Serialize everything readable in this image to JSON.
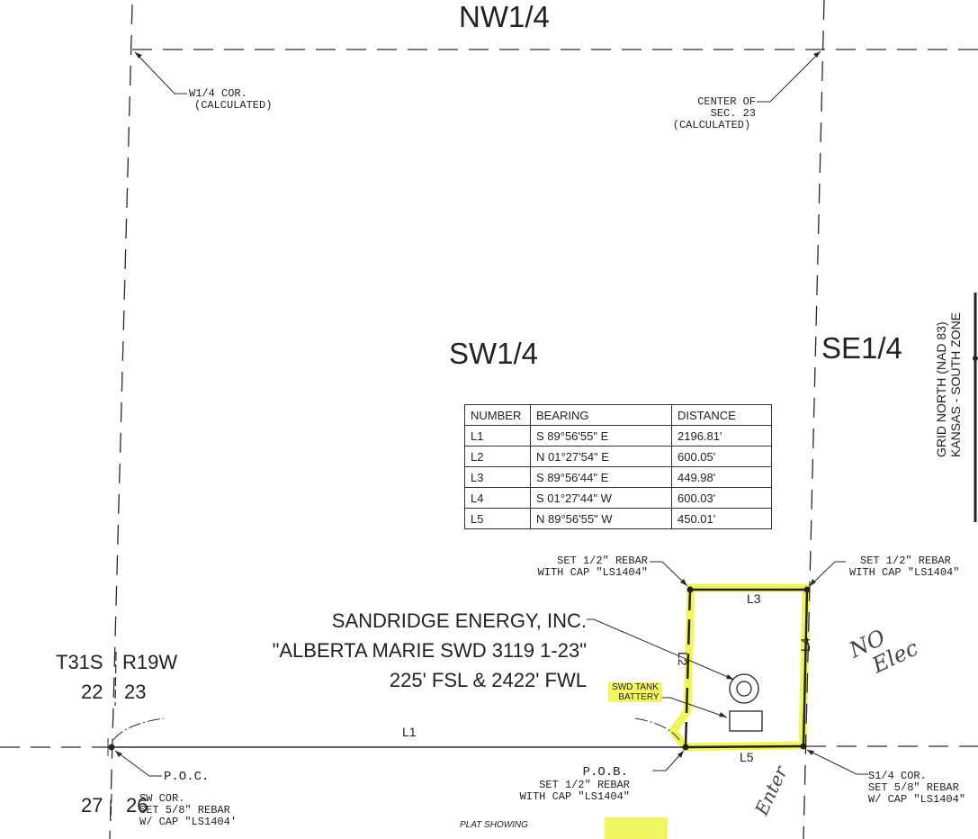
{
  "quarters": {
    "nw": "NW1/4",
    "sw": "SW1/4",
    "se": "SE1/4"
  },
  "corner_labels": {
    "w_quarter": [
      "W1/4 COR.",
      "(CALCULATED)"
    ],
    "center": [
      "CENTER OF",
      "SEC. 23",
      "(CALCULATED)"
    ],
    "set_rebar_nw": [
      "SET 1/2\" REBAR",
      "WITH CAP \"LS1404\""
    ],
    "set_rebar_ne": [
      "SET 1/2\" REBAR",
      "WITH CAP \"LS1404\""
    ],
    "pob": [
      "P.O.B.",
      "SET 1/2\" REBAR",
      "WITH CAP \"LS1404\""
    ],
    "poc": [
      "P.O.C.",
      "SW COR.",
      "SET 5/8\" REBAR",
      "W/ CAP \"LS1404'"
    ],
    "s_quarter": [
      "S1/4 COR.",
      "SET 5/8\" REBAR",
      "W/ CAP \"LS1404\""
    ]
  },
  "well": {
    "operator": "SANDRIDGE ENERGY, INC.",
    "name": "\"ALBERTA MARIE SWD 3119 1-23\"",
    "location": "225' FSL & 2422' FWL"
  },
  "tank_battery": [
    "SWD TANK",
    "BATTERY"
  ],
  "township": {
    "t": "T31S",
    "r": "R19W"
  },
  "sections": {
    "s22": "22",
    "s23": "23",
    "s27": "27",
    "s26": "26"
  },
  "lines": {
    "l1": "L1",
    "l2": "L2",
    "l3": "L3",
    "l4": "L4",
    "l5": "L5"
  },
  "grid_north": [
    "GRID NORTH (NAD 83)",
    "KANSAS - SOUTH ZONE"
  ],
  "table": {
    "headers": [
      "NUMBER",
      "BEARING",
      "DISTANCE"
    ],
    "rows": [
      [
        "L1",
        "S 89°56'55\" E",
        "2196.81'"
      ],
      [
        "L2",
        "N 01°27'54\" E",
        "600.05'"
      ],
      [
        "L3",
        "S 89°56'44\" E",
        "449.98'"
      ],
      [
        "L4",
        "S 01°27'44\" W",
        "600.03'"
      ],
      [
        "L5",
        "N 89°56'55\" W",
        "450.01'"
      ]
    ]
  },
  "handwritten": {
    "no_elec": [
      "NO",
      "Elec"
    ],
    "enter": "Enter"
  },
  "plat_showing": "PLAT SHOWING",
  "colors": {
    "line": "#2a2a2a",
    "highlight": "#f0f546"
  }
}
